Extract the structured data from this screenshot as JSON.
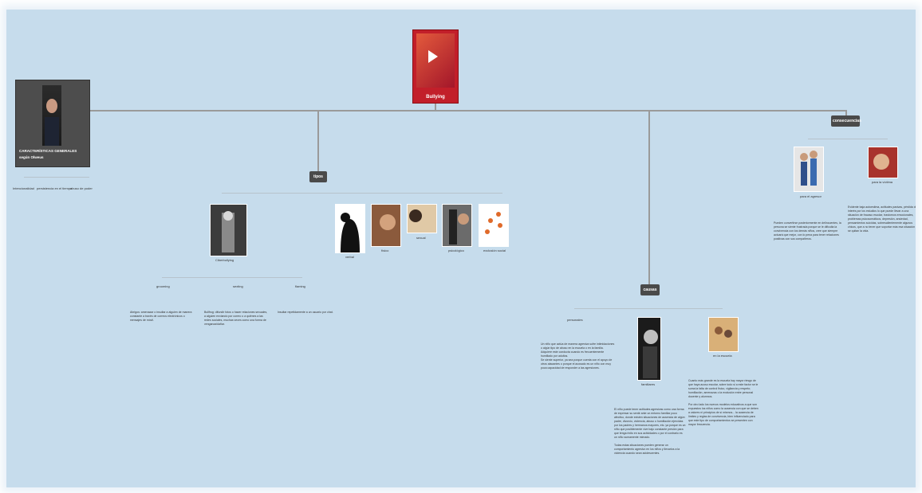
{
  "root": {
    "title": "Bullying",
    "icon": "play-icon"
  },
  "author": {
    "line1": "CARACTERÍSTICAS GENERALES",
    "line2": "según Olweus"
  },
  "author_children": [
    "Intencionalidad",
    "persistencia en el tiempo",
    "abuso de poder"
  ],
  "tipos": {
    "label": "tipos",
    "cyber": {
      "label": "Ciberbullying",
      "children": [
        {
          "label": "grooming",
          "text": "Abrigos: amenazar o insultar a alguien de manera constante a través de correos electrónicos o mensajes de móvil."
        },
        {
          "label": "sexting",
          "text": "Bullfrog: difundir fotos o hacer relaciones sexuales, a alguien enviando por correo o a quiénes a las redes sociales, muchas veces como una forma de venganza/dañar."
        },
        {
          "label": "flaming",
          "text": "Insultar repetidamente a un usuario por chat."
        }
      ]
    },
    "others": [
      "verbal",
      "físico",
      "sexual",
      "psicológico",
      "exclusión social"
    ]
  },
  "causas": {
    "label": "causas",
    "items": [
      {
        "label": "personales",
        "text": "Un niño que actúa de manera agresiva sufre intimidaciones o algún tipo de abuso en la escuela o en la familia.\nAdquiere este conducta cuando es frecuentemente humillado por adultos.\nSe siente superior, ya sea porque cuenta con el apoyo de otros atacantes o porque el acosado es un niño con muy poca capacidad de responder a las agresiones."
      },
      {
        "label": "familiares",
        "text": "El niño puede tener actitudes agresivas como una forma de expresar su sentir ante un entorno familiar poco afectivo, donde existen situaciones de ausencia de algún padre, divorcio, violencia, abuso o humillación ejercidas por los padres y hermanos mayores, etc. ya porque es un niño que posiblemente vive bajo constante presión para que tenga éxito en sus actividades o por el contrario es un niño sumamente mimado.\n\nTodas estas situaciones pueden generar un comportamiento agresivo en los niños y llevarlos a la violencia cuando sean adolescentes."
      },
      {
        "label": "en la escuela",
        "text": "Cuanto más grande es la escuela hay mayor riesgo de que haya acoso escolar, sobre todo si a este factor se le suma la falta de control físico, vigilancia y respeto; humillación, amenazas o la exclusión entre personal docente y alumnos.\n\nPor otro lado los nuevos modelos educativos a que son expuestos los niños como la ausencia con que se deben a valores ni principios de sí mismos... la ausencia de límites y reglas de convivencia, bien influenciado para que este tipo de comportamientos se presenten con mayor frecuencia."
      }
    ]
  },
  "consecuencias": {
    "label": "consecuencias",
    "items": [
      {
        "label": "para el agresor",
        "text": "Pueden convertirse posteriormente en delincuentes, la persona se siente frustrada porque se le dificulta la convivencia con los demás niños, cree que siempre actuará que mejor, con lo pena para tener relaciones positivas con sus compañeros."
      },
      {
        "label": "para la víctima",
        "text": "Evidente baja autoestima, actitudes pasivas, pérdida de interés por los estudios lo que puede llevar a una situación de fracaso escolar, trastornos emocionales, problemas psicosomáticos, depresión, ansiedad, pensamientos suicidas, sobresalientemente algunos chicos, que a no tener que soportar más esa situación se quitan la vida."
      }
    ]
  },
  "colors": {
    "canvas": "#c6dcec",
    "root": "#c21f2a",
    "node": "#4a4a4a",
    "connector": "#9a9a9a"
  }
}
